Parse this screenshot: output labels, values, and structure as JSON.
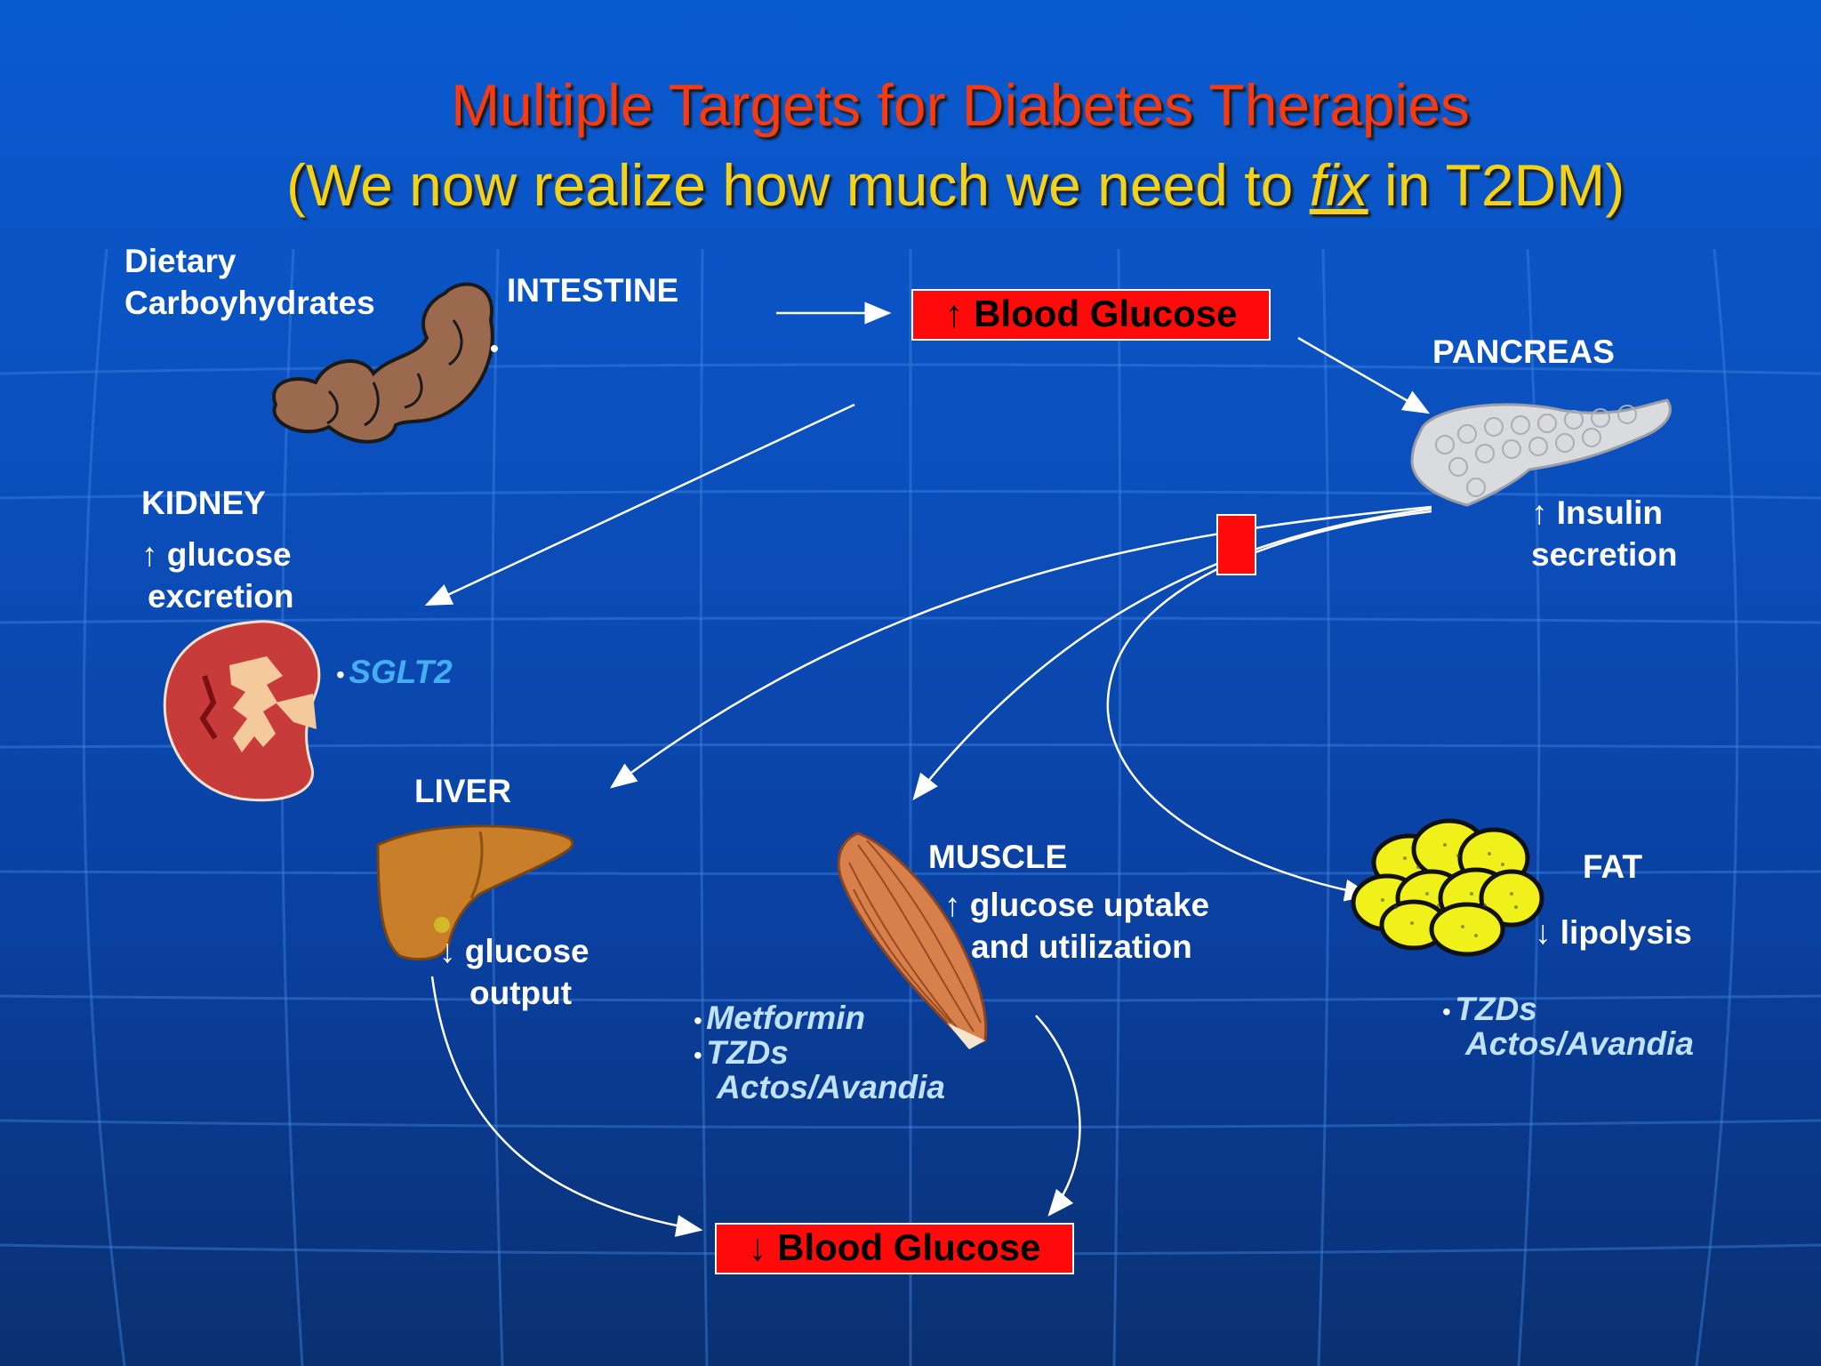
{
  "slide": {
    "title_line1": "Multiple Targets for Diabetes Therapies",
    "title_line2_pre": "(We now realize how much we need to ",
    "title_line2_fix": "fix",
    "title_line2_post": " in T2DM)"
  },
  "labels": {
    "dietary_line1": "Dietary",
    "dietary_line2": "Carboyhydrates",
    "intestine": "INTESTINE",
    "blood_glucose_up": "↑ Blood Glucose",
    "pancreas": "PANCREAS",
    "insulin_line1": "↑ Insulin",
    "insulin_line2": "secretion",
    "kidney": "KIDNEY",
    "kidney_line1": "↑ glucose",
    "kidney_line2": "excretion",
    "liver": "LIVER",
    "liver_line1": "↓ glucose",
    "liver_line2": "output",
    "muscle": "MUSCLE",
    "muscle_line1": "↑ glucose uptake",
    "muscle_line2": "and utilization",
    "fat": "FAT",
    "fat_line1": "↓ lipolysis",
    "blood_glucose_down": "↓ Blood Glucose"
  },
  "drugs": {
    "kidney": "SGLT2",
    "liver_muscle_1": "Metformin",
    "liver_muscle_2": "TZDs",
    "liver_muscle_3": "Actos/Avandia",
    "fat_1": "TZDs",
    "fat_2": "Actos/Avandia"
  },
  "colors": {
    "title1": "#f53b12",
    "title2": "#f2d21a",
    "highlight_box": "#ff0a0a",
    "drug_text": "#bfe2ff",
    "sglt2_text": "#46aef0"
  },
  "icons": [
    "intestine-icon",
    "pancreas-icon",
    "kidney-icon",
    "liver-icon",
    "muscle-icon",
    "fat-icon"
  ]
}
